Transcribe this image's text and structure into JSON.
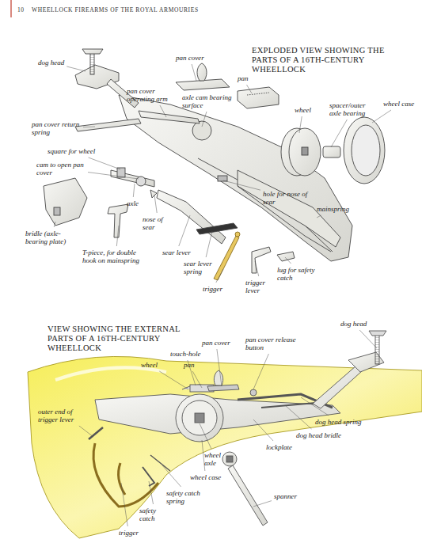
{
  "diagram": {
    "labels": [
      "10",
      "WHEELLOCK FIREARMS OF THE ROYAL ARMOURIES",
      "EXPLODED VIEW SHOWING THE PARTS OF A 16TH-CENTURY WHEELLOCK",
      "dog head",
      "pan cover",
      "pan",
      "pan cover operating arm",
      "axle cam bearing surface",
      "wheel",
      "spacer/outer axle bearing",
      "wheel case",
      "pan cover return spring",
      "square for wheel",
      "cam to open pan cover",
      "axle",
      "hole for nose of sear",
      "mainspring",
      "nose of sear",
      "bridle (axle-bearing plate)",
      "T-piece, for double hook on mainspring",
      "sear lever",
      "sear lever spring",
      "trigger",
      "trigger lever",
      "lug for safety catch",
      "VIEW SHOWING THE EXTERNAL PARTS OF A 16TH-CENTURY WHEELLOCK",
      "dog head",
      "pan cover",
      "pan cover release button",
      "touch-hole",
      "wheel",
      "pan",
      "dog head spring",
      "dog head bridle",
      "lockplate",
      "outer end of trigger lever",
      "wheel axle",
      "wheel case",
      "spanner",
      "safety catch spring",
      "safety catch",
      "trigger"
    ]
  }
}
